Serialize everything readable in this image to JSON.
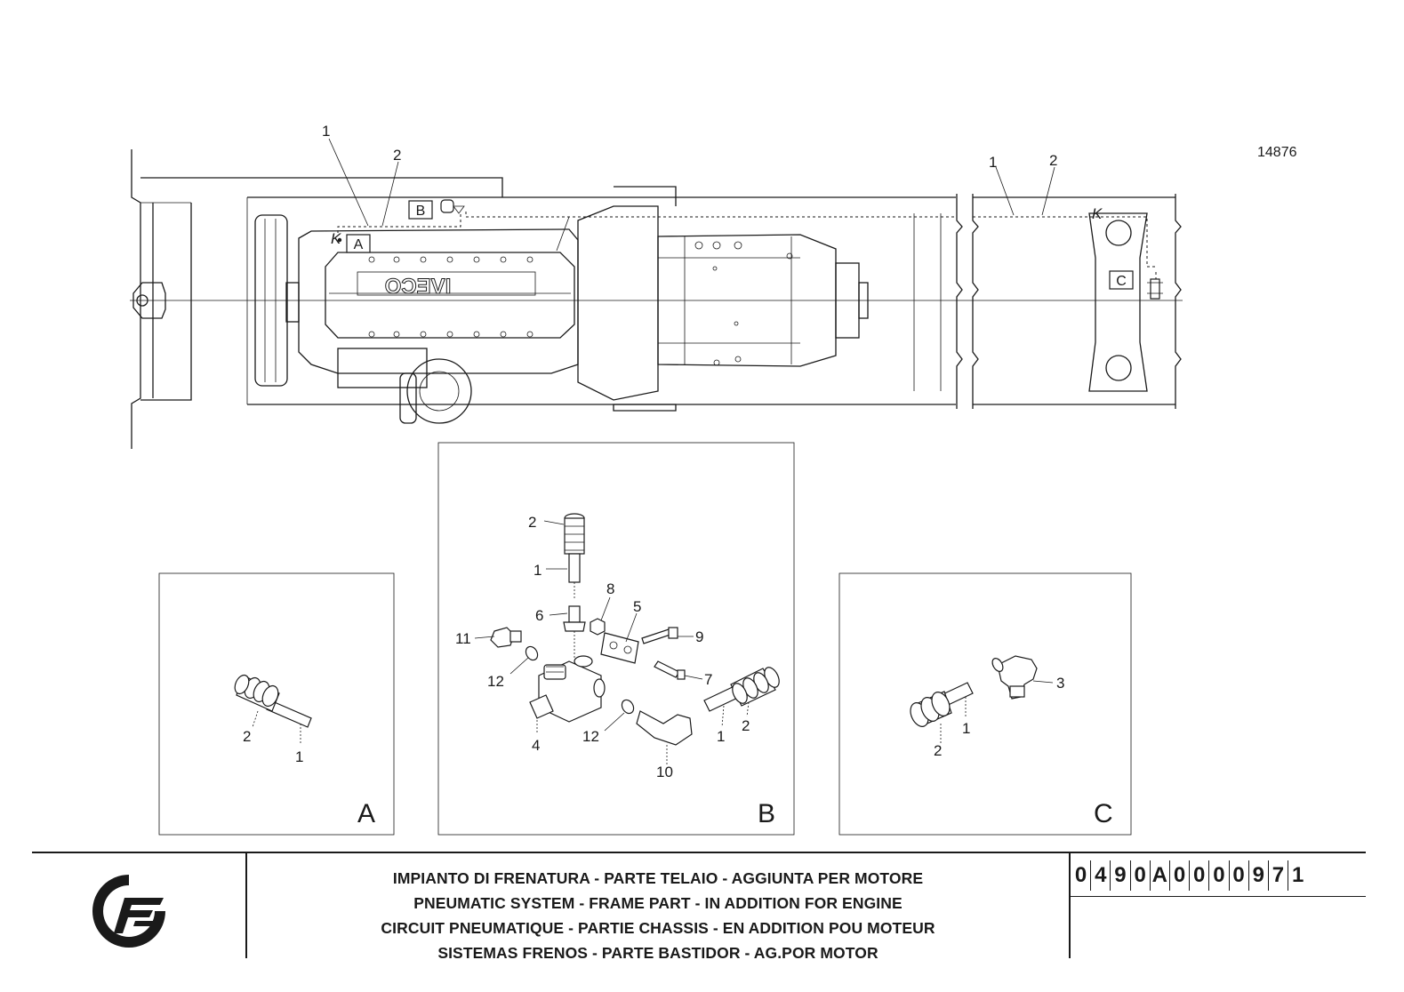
{
  "drawing_number": "14876",
  "main_view": {
    "callouts": {
      "n1": "1",
      "n2": "2",
      "n1b": "1",
      "n2b": "2"
    },
    "brand_text": "IVECO",
    "boxes": {
      "a": "A",
      "b": "B",
      "c": "C"
    }
  },
  "detail_a": {
    "letter": "A",
    "labels": {
      "n2": "2",
      "n1": "1"
    }
  },
  "detail_b": {
    "letter": "B",
    "labels": {
      "n2a": "2",
      "n1a": "1",
      "n8": "8",
      "n6": "6",
      "n5": "5",
      "n11": "11",
      "n9": "9",
      "n12a": "12",
      "n7": "7",
      "n4": "4",
      "n12b": "12",
      "n1b": "1",
      "n2b": "2",
      "n10": "10"
    }
  },
  "detail_c": {
    "letter": "C",
    "labels": {
      "n3": "3",
      "n1": "1",
      "n2": "2"
    }
  },
  "footer": {
    "titles": [
      "IMPIANTO DI FRENATURA - PARTE TELAIO - AGGIUNTA PER MOTORE",
      "PNEUMATIC SYSTEM - FRAME PART - IN ADDITION FOR ENGINE",
      "CIRCUIT PNEUMATIQUE - PARTIE CHASSIS - EN ADDITION POU MOTEUR",
      "SISTEMAS FRENOS - PARTE BASTIDOR - AG.POR MOTOR"
    ],
    "code_digits": [
      "0",
      "4",
      "9",
      "0",
      "A",
      "0",
      "0",
      "0",
      "0",
      "9",
      "7",
      "1"
    ]
  }
}
